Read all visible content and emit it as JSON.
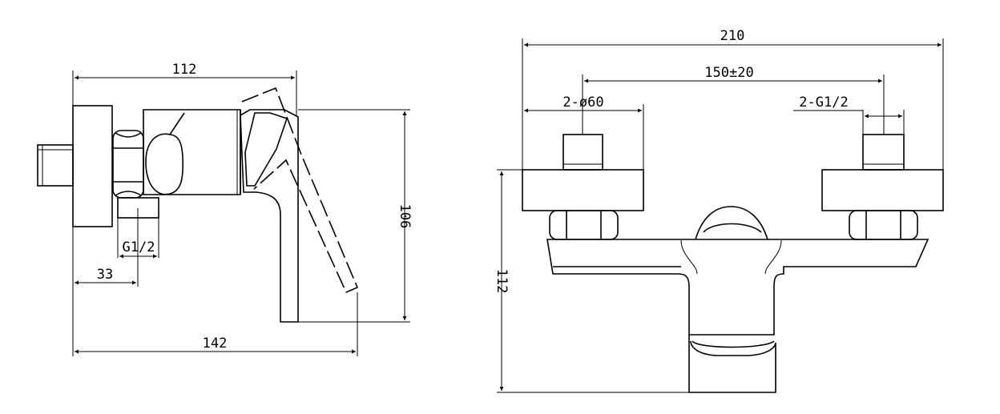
{
  "side_view": {
    "width_top": "112",
    "pipe_thread": "G1/2",
    "inlet_offset": "33",
    "total_depth": "142",
    "height": "106"
  },
  "front_view": {
    "overall_width": "210",
    "center_distance": "150±20",
    "flange_diameter": "2-ø60",
    "thread_spec": "2-G1/2",
    "height": "112"
  }
}
